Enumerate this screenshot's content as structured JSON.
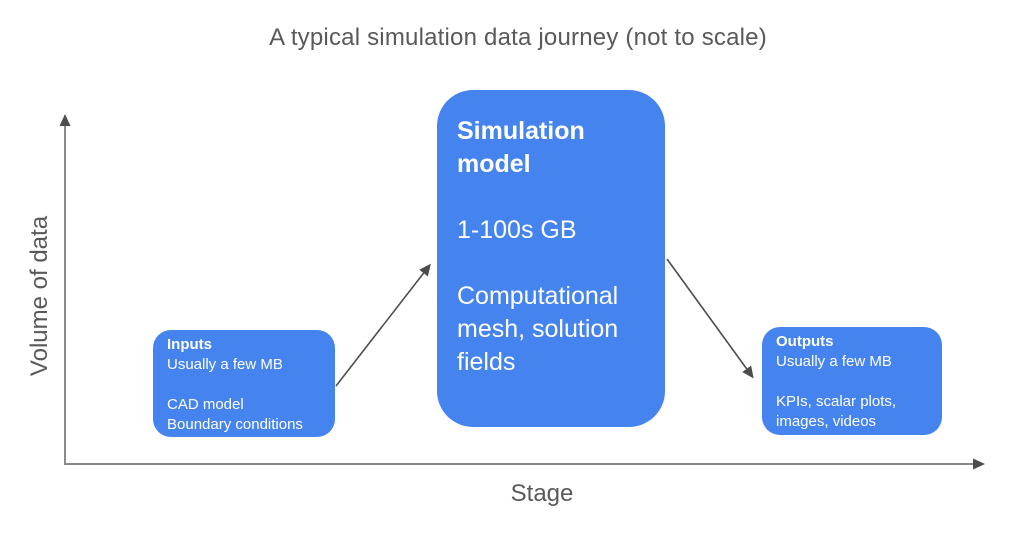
{
  "title": "A typical simulation data journey (not to scale)",
  "y_axis": {
    "label": "Volume of data"
  },
  "x_axis": {
    "label": "Stage"
  },
  "boxes": {
    "inputs": {
      "heading": "Inputs",
      "size_note": "Usually a few MB",
      "items": [
        "CAD model",
        "Boundary conditions"
      ]
    },
    "simulation": {
      "heading": "Simulation model",
      "size_note": "1-100s GB",
      "description": "Computational mesh, solution fields"
    },
    "outputs": {
      "heading": "Outputs",
      "size_note": "Usually a few MB",
      "items": [
        "KPIs, scalar plots,",
        "images, videos"
      ]
    }
  },
  "colors": {
    "box_fill": "#4584EF",
    "box_text": "#FFFFFF",
    "title_text": "#595959",
    "axis_line": "#8A8A8A",
    "arrow": "#4D4D4D"
  }
}
